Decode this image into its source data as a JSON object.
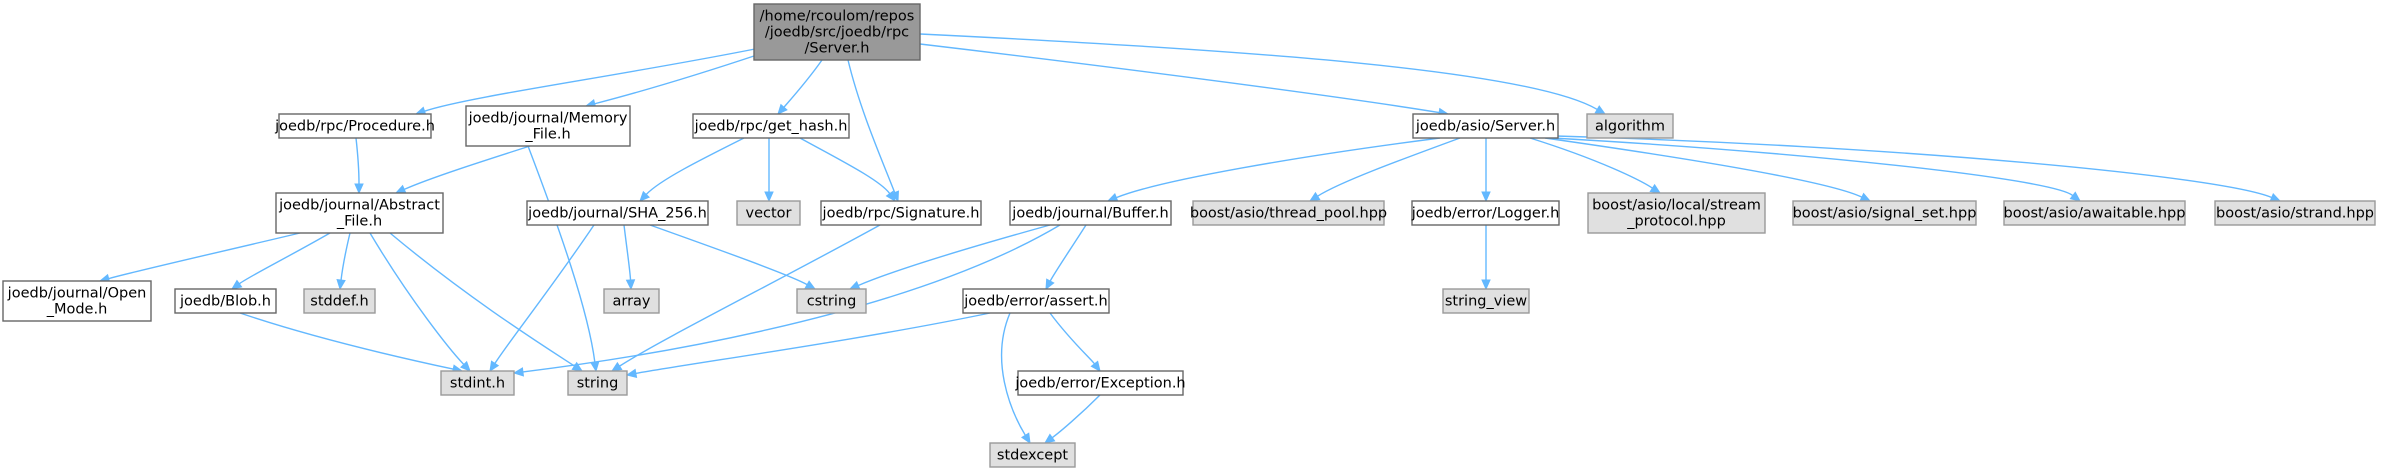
{
  "colors": {
    "root_fill": "#999999",
    "root_stroke": "#666666",
    "internal_fill": "#ffffff",
    "internal_stroke": "#666666",
    "external_fill": "#e0e0e0",
    "external_stroke": "#999999",
    "edge": "#63b8ff"
  },
  "nodes": [
    {
      "id": "server_rpc",
      "kind": "root",
      "lines": [
        "/home/rcoulom/repos",
        "/joedb/src/joedb/rpc",
        "/Server.h"
      ]
    },
    {
      "id": "procedure",
      "kind": "internal",
      "lines": [
        "joedb/rpc/Procedure.h"
      ]
    },
    {
      "id": "memory_file",
      "kind": "internal",
      "lines": [
        "joedb/journal/Memory",
        "_File.h"
      ]
    },
    {
      "id": "get_hash",
      "kind": "internal",
      "lines": [
        "joedb/rpc/get_hash.h"
      ]
    },
    {
      "id": "asio_server",
      "kind": "internal",
      "lines": [
        "joedb/asio/Server.h"
      ]
    },
    {
      "id": "algorithm",
      "kind": "external",
      "lines": [
        "algorithm"
      ]
    },
    {
      "id": "abstract_file",
      "kind": "internal",
      "lines": [
        "joedb/journal/Abstract",
        "_File.h"
      ]
    },
    {
      "id": "sha256",
      "kind": "internal",
      "lines": [
        "joedb/journal/SHA_256.h"
      ]
    },
    {
      "id": "vector",
      "kind": "external",
      "lines": [
        "vector"
      ]
    },
    {
      "id": "signature",
      "kind": "internal",
      "lines": [
        "joedb/rpc/Signature.h"
      ]
    },
    {
      "id": "buffer",
      "kind": "internal",
      "lines": [
        "joedb/journal/Buffer.h"
      ]
    },
    {
      "id": "thread_pool",
      "kind": "external",
      "lines": [
        "boost/asio/thread_pool.hpp"
      ]
    },
    {
      "id": "logger",
      "kind": "internal",
      "lines": [
        "joedb/error/Logger.h"
      ]
    },
    {
      "id": "stream_protocol",
      "kind": "external",
      "lines": [
        "boost/asio/local/stream",
        "_protocol.hpp"
      ]
    },
    {
      "id": "signal_set",
      "kind": "external",
      "lines": [
        "boost/asio/signal_set.hpp"
      ]
    },
    {
      "id": "awaitable",
      "kind": "external",
      "lines": [
        "boost/asio/awaitable.hpp"
      ]
    },
    {
      "id": "strand",
      "kind": "external",
      "lines": [
        "boost/asio/strand.hpp"
      ]
    },
    {
      "id": "open_mode",
      "kind": "internal",
      "lines": [
        "joedb/journal/Open",
        "_Mode.h"
      ]
    },
    {
      "id": "blob",
      "kind": "internal",
      "lines": [
        "joedb/Blob.h"
      ]
    },
    {
      "id": "stddef",
      "kind": "external",
      "lines": [
        "stddef.h"
      ]
    },
    {
      "id": "array",
      "kind": "external",
      "lines": [
        "array"
      ]
    },
    {
      "id": "cstring",
      "kind": "external",
      "lines": [
        "cstring"
      ]
    },
    {
      "id": "assert",
      "kind": "internal",
      "lines": [
        "joedb/error/assert.h"
      ]
    },
    {
      "id": "string_view",
      "kind": "external",
      "lines": [
        "string_view"
      ]
    },
    {
      "id": "stdint",
      "kind": "external",
      "lines": [
        "stdint.h"
      ]
    },
    {
      "id": "string",
      "kind": "external",
      "lines": [
        "string"
      ]
    },
    {
      "id": "exception",
      "kind": "internal",
      "lines": [
        "joedb/error/Exception.h"
      ]
    },
    {
      "id": "stdexcept",
      "kind": "external",
      "lines": [
        "stdexcept"
      ]
    }
  ],
  "edges": [
    [
      "server_rpc",
      "procedure"
    ],
    [
      "server_rpc",
      "memory_file"
    ],
    [
      "server_rpc",
      "get_hash"
    ],
    [
      "server_rpc",
      "signature"
    ],
    [
      "server_rpc",
      "asio_server"
    ],
    [
      "server_rpc",
      "algorithm"
    ],
    [
      "procedure",
      "abstract_file"
    ],
    [
      "memory_file",
      "abstract_file"
    ],
    [
      "memory_file",
      "string"
    ],
    [
      "get_hash",
      "sha256"
    ],
    [
      "get_hash",
      "vector"
    ],
    [
      "get_hash",
      "signature"
    ],
    [
      "asio_server",
      "buffer"
    ],
    [
      "asio_server",
      "thread_pool"
    ],
    [
      "asio_server",
      "logger"
    ],
    [
      "asio_server",
      "stream_protocol"
    ],
    [
      "asio_server",
      "signal_set"
    ],
    [
      "asio_server",
      "awaitable"
    ],
    [
      "asio_server",
      "strand"
    ],
    [
      "abstract_file",
      "open_mode"
    ],
    [
      "abstract_file",
      "blob"
    ],
    [
      "abstract_file",
      "stddef"
    ],
    [
      "abstract_file",
      "stdint"
    ],
    [
      "abstract_file",
      "string"
    ],
    [
      "sha256",
      "array"
    ],
    [
      "sha256",
      "cstring"
    ],
    [
      "sha256",
      "stdint"
    ],
    [
      "signature",
      "string"
    ],
    [
      "buffer",
      "cstring"
    ],
    [
      "buffer",
      "assert"
    ],
    [
      "buffer",
      "stdint"
    ],
    [
      "logger",
      "string_view"
    ],
    [
      "blob",
      "stdint"
    ],
    [
      "assert",
      "string"
    ],
    [
      "assert",
      "exception"
    ],
    [
      "assert",
      "stdexcept"
    ],
    [
      "exception",
      "stdexcept"
    ]
  ]
}
